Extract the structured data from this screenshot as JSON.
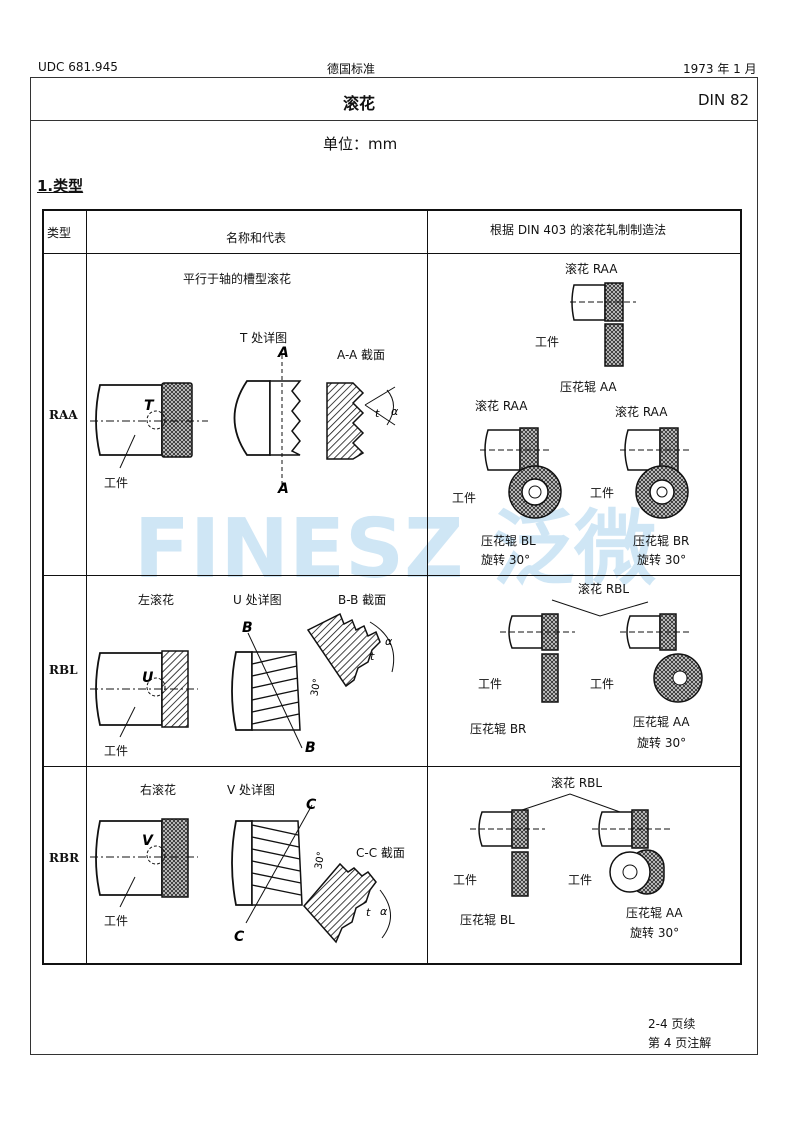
{
  "header": {
    "udc": "UDC 681.945",
    "category": "德国标准",
    "date": "1973 年 1 月"
  },
  "title": "滚花",
  "standard": "DIN 82",
  "unit": "单位：mm",
  "section": "1.类型",
  "table": {
    "headers": {
      "type": "类型",
      "name": "名称和代表",
      "method": "根据 DIN 403 的滚花轧制制造法"
    },
    "rows": [
      {
        "type": "RAA",
        "name_texts": {
          "desc": "平行于轴的槽型滚花",
          "detail": "T 处详图",
          "section": "A-A 截面",
          "workpiece": "工件",
          "detail_letter": "T",
          "cut_letter_top": "A",
          "cut_letter_bottom": "A",
          "angle": "α",
          "pitch": "t"
        },
        "method_texts": {
          "top_knurl": "滚花 RAA",
          "top_work": "工件",
          "top_roller": "压花辊 AA",
          "left_knurl": "滚花 RAA",
          "left_work": "工件",
          "left_roller": "压花辊 BL",
          "left_rot": "旋转 30°",
          "right_knurl": "滚花 RAA",
          "right_work": "工件",
          "right_roller": "压花辊 BR",
          "right_rot": "旋转 30°"
        }
      },
      {
        "type": "RBL",
        "name_texts": {
          "desc": "左滚花",
          "detail": "U 处详图",
          "section": "B-B 截面",
          "workpiece": "工件",
          "detail_letter": "U",
          "cut_letter_top": "B",
          "cut_letter_bottom": "B",
          "angle_30": "30°",
          "angle": "α",
          "pitch": "t"
        },
        "method_texts": {
          "knurl": "滚花 RBL",
          "work_left": "工件",
          "work_right": "工件",
          "roller_left": "压花辊 BR",
          "roller_right": "压花辊 AA",
          "rot": "旋转 30°"
        }
      },
      {
        "type": "RBR",
        "name_texts": {
          "desc": "右滚花",
          "detail": "V 处详图",
          "section": "C-C 截面",
          "workpiece": "工件",
          "detail_letter": "V",
          "cut_letter_top": "C",
          "cut_letter_bottom": "C",
          "angle_30": "30°",
          "angle": "α",
          "pitch": "t"
        },
        "method_texts": {
          "knurl": "滚花 RBL",
          "work_left": "工件",
          "work_right": "工件",
          "roller_left": "压花辊 BL",
          "roller_right": "压花辊 AA",
          "rot": "旋转 30°"
        }
      }
    ]
  },
  "footer": {
    "line1": "2-4 页续",
    "line2": "第 4 页注解"
  },
  "watermark": "FINESZ 泛微",
  "colors": {
    "watermark": "#cfe6f5"
  }
}
